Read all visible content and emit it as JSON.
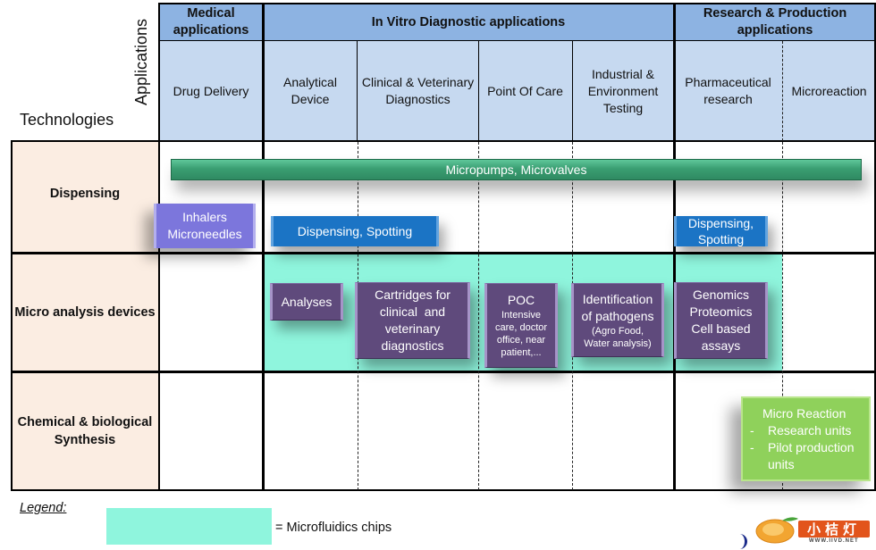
{
  "corner": {
    "applications_label": "Applications",
    "technologies_label": "Technologies"
  },
  "header": {
    "groups": [
      {
        "label": "Medical applications"
      },
      {
        "label": "In Vitro Diagnostic applications"
      },
      {
        "label": "Research & Production applications"
      }
    ],
    "columns": [
      {
        "label": "Drug Delivery"
      },
      {
        "label": "Analytical Device"
      },
      {
        "label": "Clinical & Veterinary Diagnostics"
      },
      {
        "label": "Point Of Care"
      },
      {
        "label": "Industrial & Environment Testing"
      },
      {
        "label": "Pharmaceutical research"
      },
      {
        "label": "Microreaction"
      }
    ]
  },
  "rows": [
    {
      "label": "Dispensing"
    },
    {
      "label": "Micro analysis devices"
    },
    {
      "label": "Chemical & biological Synthesis"
    }
  ],
  "items": {
    "micropumps": "Micropumps, Microvalves",
    "inhalers": [
      "Inhalers",
      "Microneedles"
    ],
    "dispensing_spotting_ivd": "Dispensing, Spotting",
    "dispensing_spotting_pharma": [
      "Dispensing,",
      "Spotting"
    ],
    "analyses": "Analyses",
    "cartridges": [
      "Cartridges for",
      "clinical  and",
      "veterinary",
      "diagnostics"
    ],
    "poc": {
      "title": "POC",
      "detail": [
        "Intensive",
        "care, doctor",
        "office, near",
        "patient,..."
      ]
    },
    "pathogens": {
      "title": [
        "Identification",
        "of pathogens"
      ],
      "detail": [
        "(Agro Food,",
        "Water analysis)"
      ]
    },
    "genomics": [
      "Genomics",
      "Proteomics",
      "Cell based",
      "assays"
    ],
    "micro_reaction": {
      "title": "Micro Reaction",
      "bullets": [
        "Research units",
        "Pilot production units"
      ],
      "bullet_char": "-"
    }
  },
  "legend": {
    "label": "Legend:",
    "swatch_text": "= Microfluidics chips",
    "swatch_color": "#8ff5dd"
  },
  "watermark": {
    "name": "小桔灯",
    "url_text": "WWW.IIVD.NET"
  },
  "colors": {
    "header_group": "#8db3e2",
    "header_column": "#c6d9f0",
    "row_label": "#fbede2",
    "microfluidics": "#8ff5dd",
    "purple_box": "#5f4a7c",
    "green_bar": "#3a9e72",
    "blue_box": "#1b74c5",
    "lavender_box": "#7c76dc",
    "lime_box": "#8fd15b"
  }
}
